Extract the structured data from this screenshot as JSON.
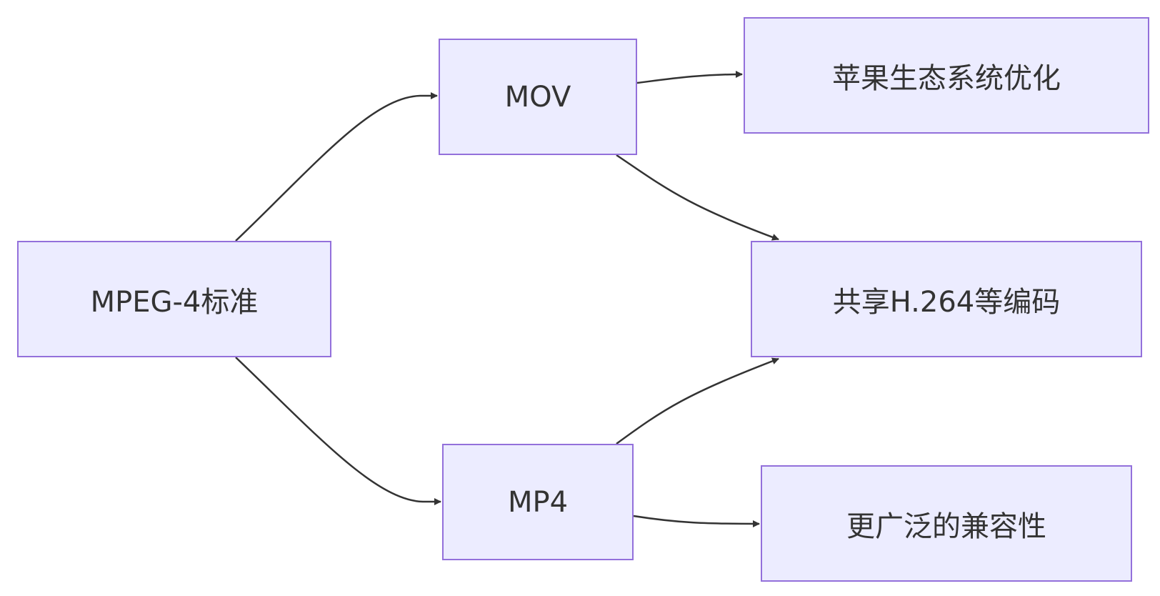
{
  "diagram": {
    "nodes": {
      "mpeg4": "MPEG-4标准",
      "mov": "MOV",
      "mp4": "MP4",
      "apple": "苹果生态系统优化",
      "h264": "共享H.264等编码",
      "compat": "更广泛的兼容性"
    },
    "edges": [
      {
        "from": "mpeg4",
        "to": "mov"
      },
      {
        "from": "mpeg4",
        "to": "mp4"
      },
      {
        "from": "mov",
        "to": "apple"
      },
      {
        "from": "mov",
        "to": "h264"
      },
      {
        "from": "mp4",
        "to": "h264"
      },
      {
        "from": "mp4",
        "to": "compat"
      }
    ],
    "colors": {
      "node_fill": "#ececff",
      "node_border": "#9370db",
      "text": "#333333",
      "edge": "#333333"
    }
  }
}
